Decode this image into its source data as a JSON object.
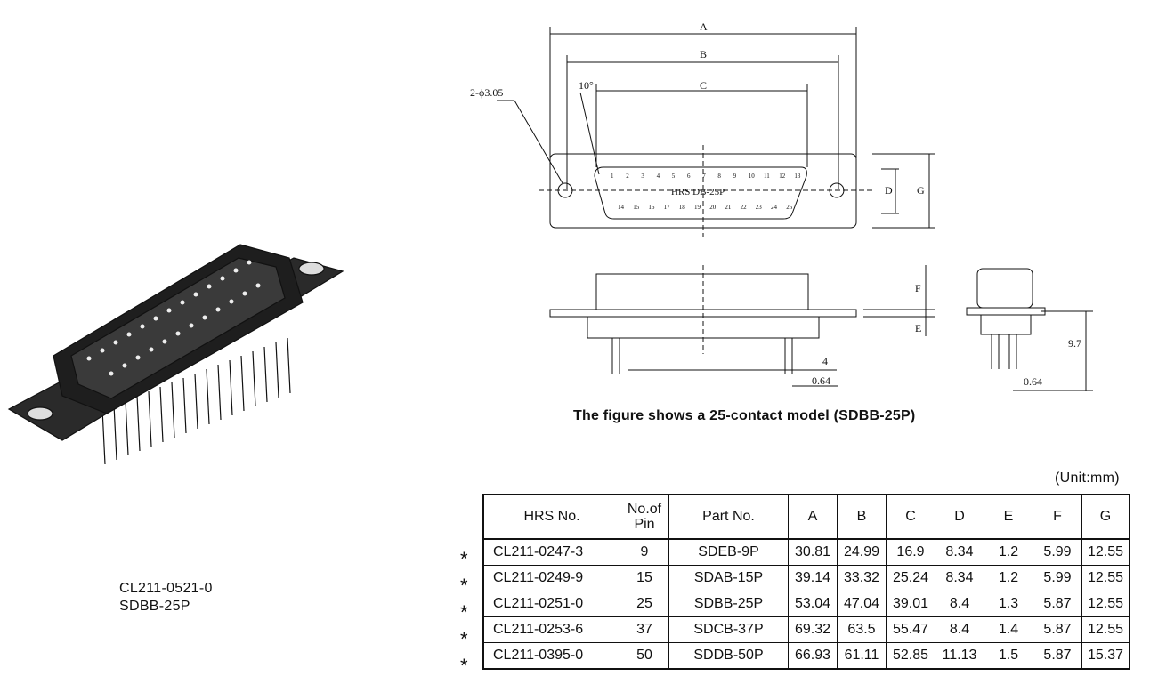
{
  "drawing": {
    "dims": [
      "A",
      "B",
      "C",
      "D",
      "E",
      "F",
      "G"
    ],
    "hole_note": "2-ϕ3.05",
    "angle": "10°",
    "face_text": "HRS    DB-25P",
    "pin_top": [
      "1",
      "2",
      "3",
      "4",
      "5",
      "6",
      "7",
      "8",
      "9",
      "10",
      "11",
      "12",
      "13"
    ],
    "pin_bottom": [
      "14",
      "15",
      "16",
      "17",
      "18",
      "19",
      "20",
      "21",
      "22",
      "23",
      "24",
      "25"
    ],
    "dim_4": "4",
    "dim_064a": "0.64",
    "dim_064b": "0.64",
    "dim_97": "9.7"
  },
  "figure_caption": "The figure shows a 25-contact model (SDBB-25P)",
  "photo_label": {
    "line1": "CL211-0521-0",
    "line2": "SDBB-25P"
  },
  "unit": "(Unit:mm)",
  "table": {
    "headers": [
      "HRS No.",
      "No.of Pin",
      "Part No.",
      "A",
      "B",
      "C",
      "D",
      "E",
      "F",
      "G"
    ],
    "rows": [
      {
        "mark": "*",
        "hrs": "CL211-0247-3",
        "pins": "9",
        "part": "SDEB-9P",
        "A": "30.81",
        "B": "24.99",
        "C": "16.9",
        "D": "8.34",
        "E": "1.2",
        "F": "5.99",
        "G": "12.55"
      },
      {
        "mark": "*",
        "hrs": "CL211-0249-9",
        "pins": "15",
        "part": "SDAB-15P",
        "A": "39.14",
        "B": "33.32",
        "C": "25.24",
        "D": "8.34",
        "E": "1.2",
        "F": "5.99",
        "G": "12.55"
      },
      {
        "mark": "*",
        "hrs": "CL211-0251-0",
        "pins": "25",
        "part": "SDBB-25P",
        "A": "53.04",
        "B": "47.04",
        "C": "39.01",
        "D": "8.4",
        "E": "1.3",
        "F": "5.87",
        "G": "12.55"
      },
      {
        "mark": "*",
        "hrs": "CL211-0253-6",
        "pins": "37",
        "part": "SDCB-37P",
        "A": "69.32",
        "B": "63.5",
        "C": "55.47",
        "D": "8.4",
        "E": "1.4",
        "F": "5.87",
        "G": "12.55"
      },
      {
        "mark": "*",
        "hrs": "CL211-0395-0",
        "pins": "50",
        "part": "SDDB-50P",
        "A": "66.93",
        "B": "61.11",
        "C": "52.85",
        "D": "11.13",
        "E": "1.5",
        "F": "5.87",
        "G": "15.37"
      }
    ]
  }
}
